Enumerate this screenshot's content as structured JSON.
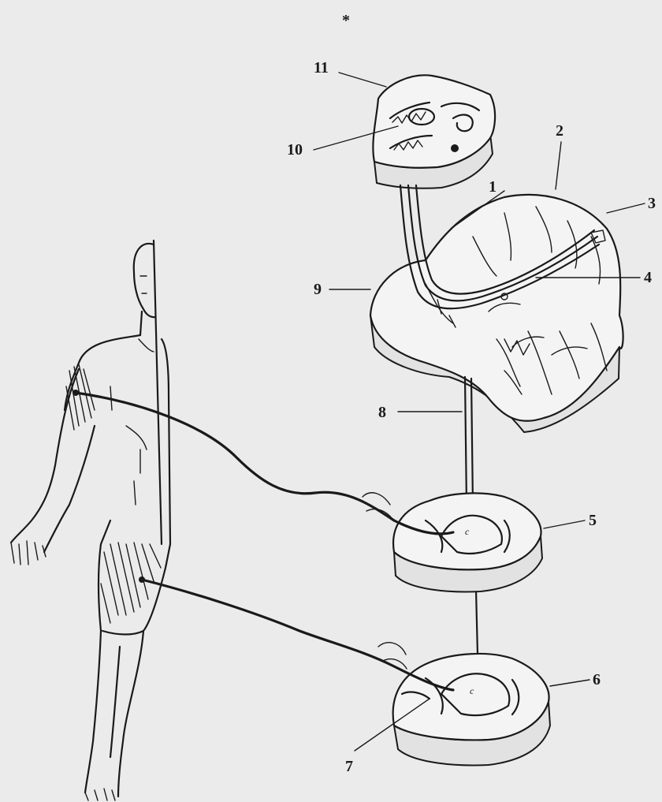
{
  "diagram": {
    "top_mark": "*",
    "labels": {
      "l1": "1",
      "l2": "2",
      "l3": "3",
      "l4": "4",
      "l5": "5",
      "l6": "6",
      "l7": "7",
      "l8": "8",
      "l9": "9",
      "l10": "10",
      "l11": "11"
    }
  }
}
